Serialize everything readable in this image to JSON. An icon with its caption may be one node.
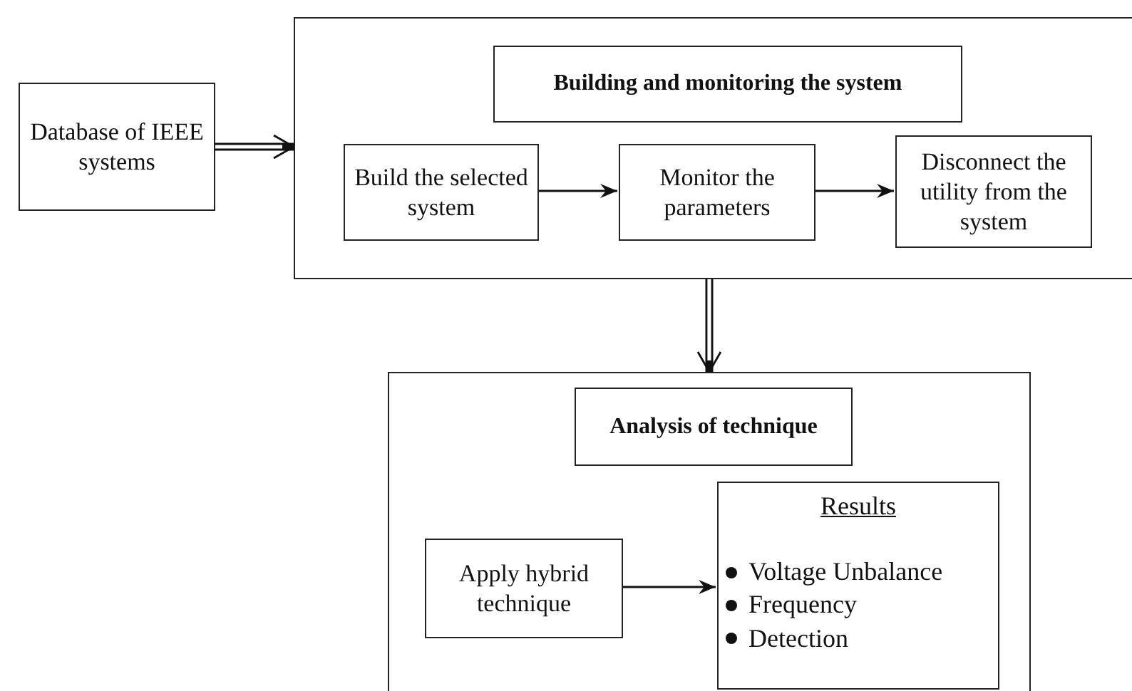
{
  "diagram": {
    "nodes": [
      {
        "text": [
          "Database of IEEE systems"
        ]
      },
      {
        "text": [],
        "shape": "box"
      },
      {
        "text": [
          "Building and monitoring the system"
        ],
        "in": 1
      },
      {
        "text": [
          "Build the selected system"
        ],
        "in": 1
      },
      {
        "text": [
          "Monitor  the parameters"
        ],
        "in": 1
      },
      {
        "text": [
          "Disconnect the utility from the system"
        ],
        "in": 1
      },
      {
        "text": [],
        "shape": "box"
      },
      {
        "text": [
          "Analysis of technique"
        ],
        "in": 6
      },
      {
        "text": [
          "Apply hybrid technique"
        ],
        "in": 6
      },
      {
        "text": [
          "Results",
          "Voltage Unbalance",
          "Frequency",
          "Detection"
        ],
        "in": 6
      }
    ],
    "edges": [
      {
        "from": 0,
        "to": 1,
        "arrow": "to",
        "style": "thick"
      },
      {
        "from": 3,
        "to": 4,
        "arrow": "to"
      },
      {
        "from": 4,
        "to": 5,
        "arrow": "to"
      },
      {
        "from": 1,
        "to": 6,
        "arrow": "to",
        "style": "thick"
      },
      {
        "from": 8,
        "to": 9,
        "arrow": "to"
      }
    ]
  }
}
